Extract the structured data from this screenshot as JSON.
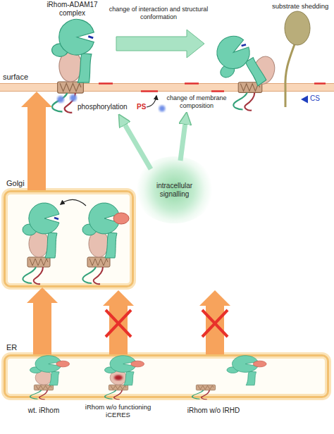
{
  "diagram": {
    "nodes": [
      {
        "text": [
          "surface"
        ]
      },
      {
        "text": [
          "intracellular signalling"
        ]
      },
      {
        "text": [
          "Golgi"
        ]
      },
      {
        "text": [
          "ER"
        ]
      }
    ],
    "edges": [
      {
        "from": 3,
        "to": 2,
        "arrow": "to"
      },
      {
        "from": 2,
        "to": 0,
        "arrow": "to"
      }
    ],
    "labels": [
      "iRhom-ADAM17 complex",
      "change of interaction and structural conformation",
      "substrate shedding",
      "phosphorylation",
      "PS",
      "change of membrane composition",
      "CS",
      "wt. iRhom",
      "iRhom w/o functioning iCERES",
      "iRhom w/o IRHD"
    ]
  }
}
